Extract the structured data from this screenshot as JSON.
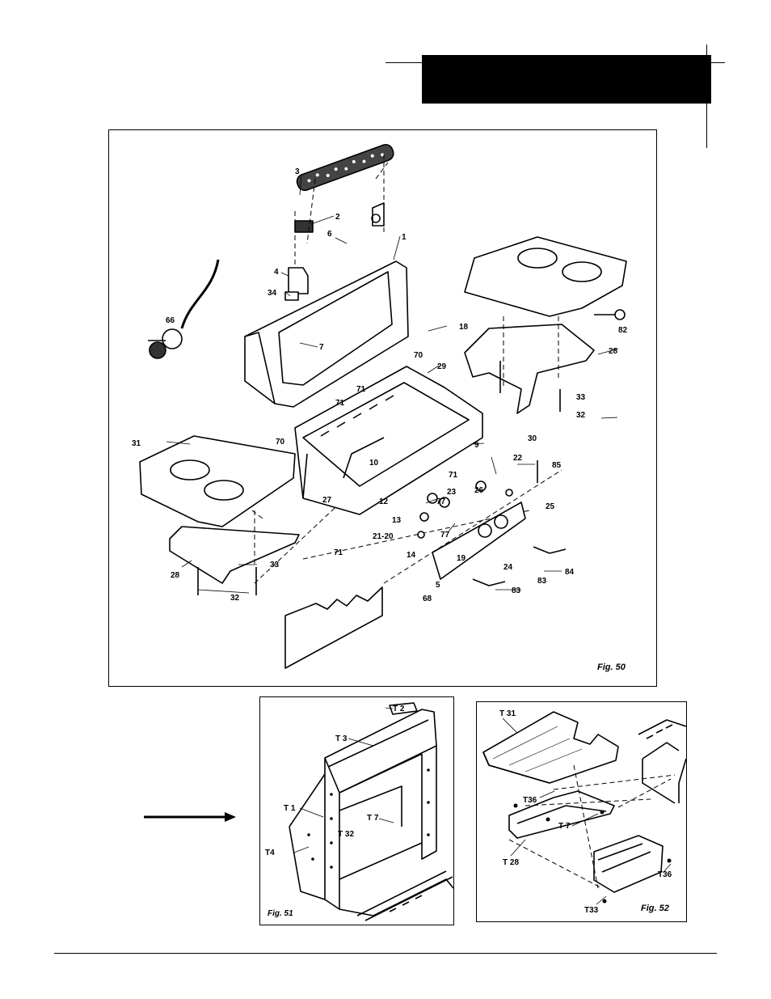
{
  "fig50": {
    "caption": "Fig. 50",
    "labels": {
      "l3": "3",
      "l2": "2",
      "l6": "6",
      "l1": "1",
      "l4": "4",
      "l34": "34",
      "l66": "66",
      "l7": "7",
      "l18": "18",
      "l70a": "70",
      "l82": "82",
      "l28a": "28",
      "l29": "29",
      "l71a": "71",
      "l71b": "71",
      "l33a": "33",
      "l32a": "32",
      "l30": "30",
      "l70b": "70",
      "l31": "31",
      "l9": "9",
      "l10": "10",
      "l85": "85",
      "l22": "22",
      "l71c": "71",
      "l12": "12",
      "l23": "23",
      "l26": "26",
      "l27": "27",
      "l77a": "77",
      "l25": "25",
      "l13": "13",
      "l77b": "77",
      "l2120": "21-20",
      "l14": "14",
      "l19": "19",
      "l24": "24",
      "l71d": "71",
      "l28b": "28",
      "l33b": "33",
      "l5": "5",
      "l83a": "83",
      "l84": "84",
      "l68": "68",
      "l83b": "83",
      "l32b": "32"
    }
  },
  "fig51": {
    "caption": "Fig. 51",
    "labels": {
      "t2": "T 2",
      "t3": "T 3",
      "t1": "T 1",
      "t7": "T 7",
      "t32": "T 32",
      "t4": "T4"
    }
  },
  "fig52": {
    "caption": "Fig. 52",
    "labels": {
      "t31": "T 31",
      "t36a": "T36",
      "t7": "T 7",
      "t28": "T 28",
      "t36b": "T36",
      "t33": "T33"
    }
  },
  "colors": {
    "ink": "#000000",
    "paper": "#ffffff"
  }
}
